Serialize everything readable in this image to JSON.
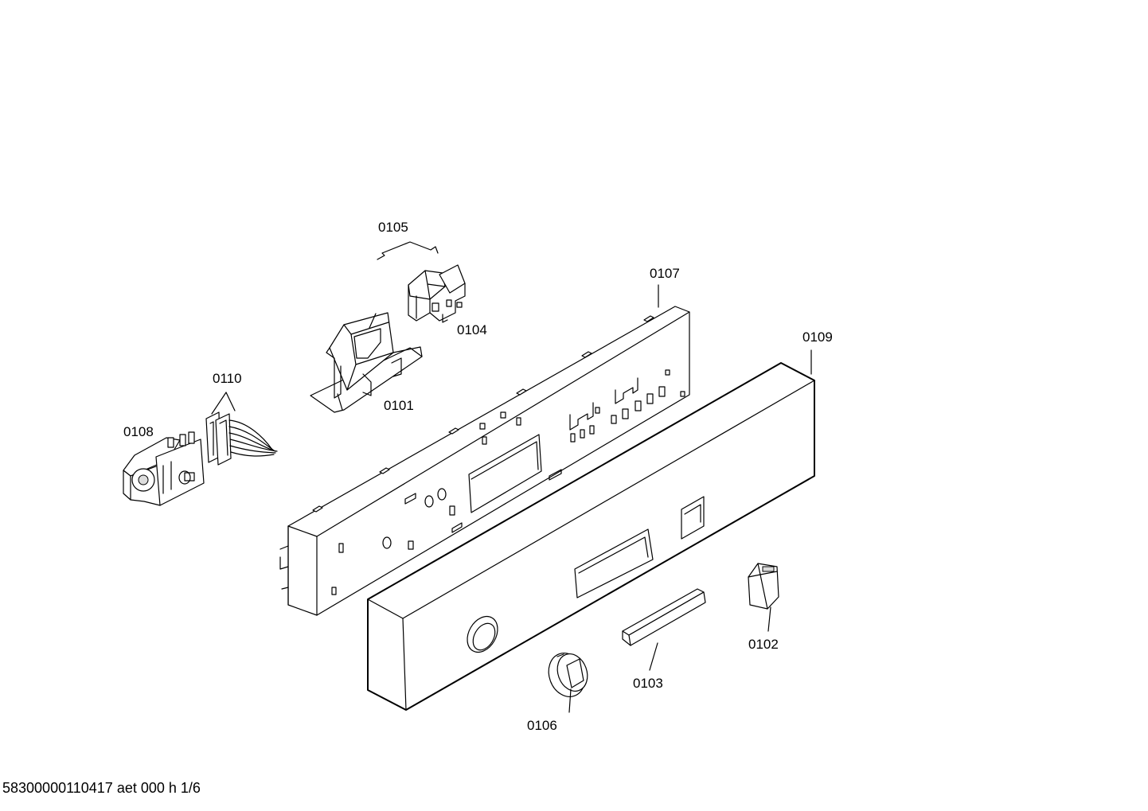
{
  "diagram": {
    "parts": [
      {
        "id": "0101",
        "label": "0101",
        "name": "switch-housing"
      },
      {
        "id": "0102",
        "label": "0102",
        "name": "push-button"
      },
      {
        "id": "0103",
        "label": "0103",
        "name": "display-cover-strip"
      },
      {
        "id": "0104",
        "label": "0104",
        "name": "switch-module"
      },
      {
        "id": "0105",
        "label": "0105",
        "name": "spring-clip"
      },
      {
        "id": "0106",
        "label": "0106",
        "name": "control-knob"
      },
      {
        "id": "0107",
        "label": "0107",
        "name": "control-panel-carrier"
      },
      {
        "id": "0108",
        "label": "0108",
        "name": "programme-timer"
      },
      {
        "id": "0109",
        "label": "0109",
        "name": "fascia-panel"
      },
      {
        "id": "0110",
        "label": "0110",
        "name": "connector-cable"
      }
    ],
    "footer_code": "58300000110417 aet 000 h 1/6"
  }
}
